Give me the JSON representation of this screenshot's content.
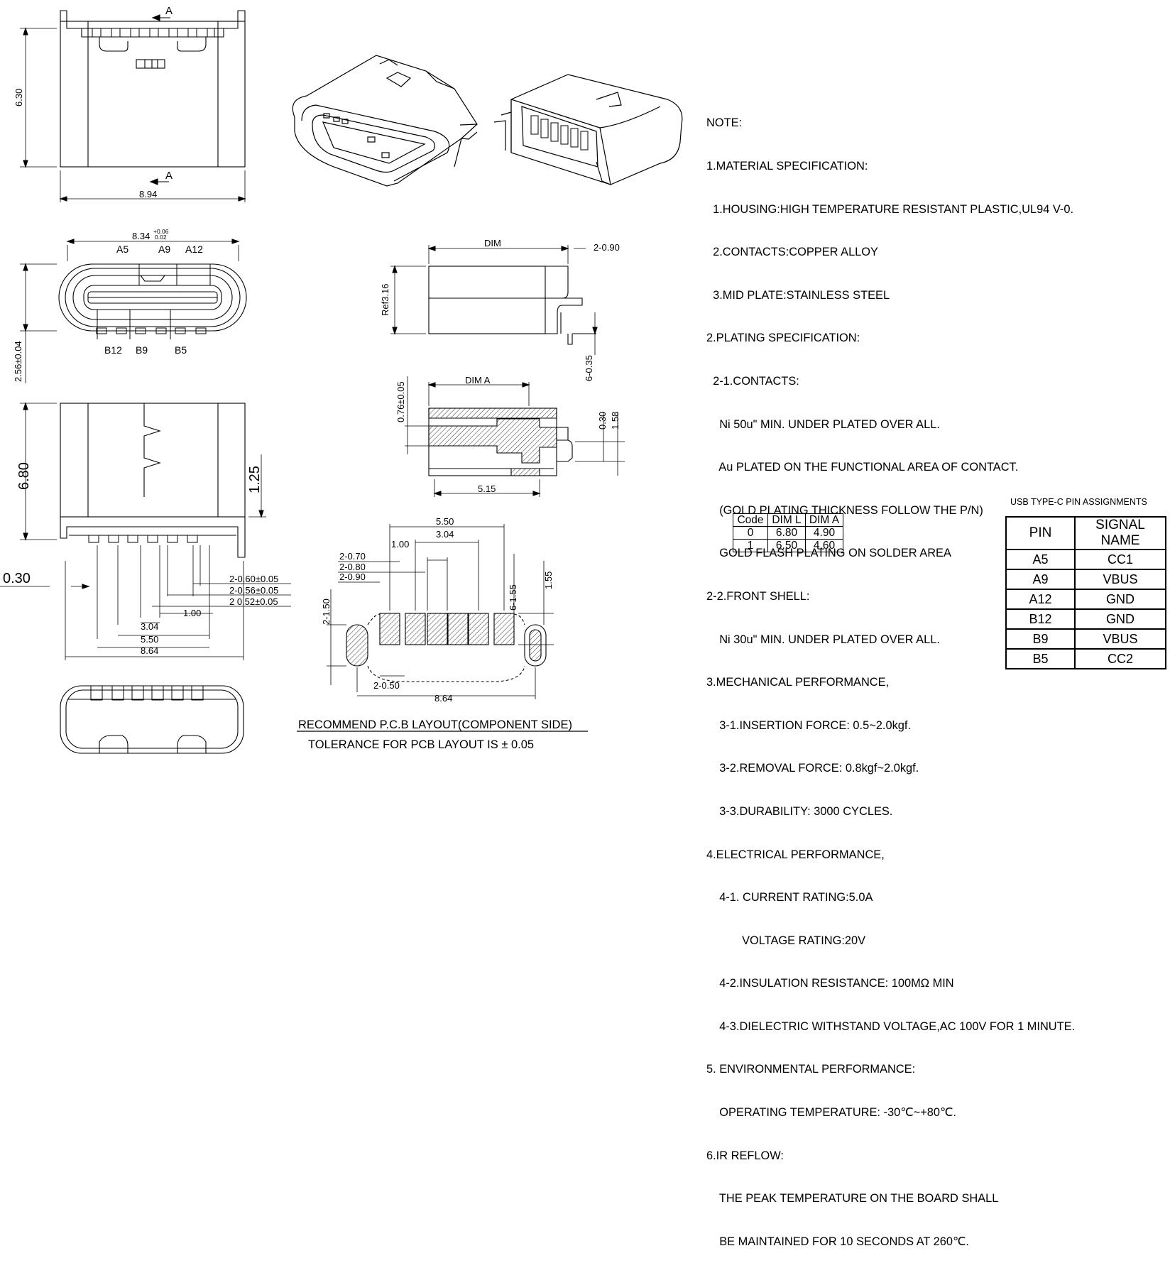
{
  "labels": {
    "top_section_a": "A",
    "bottom_section_a": "A",
    "height_top": "6.30",
    "width_top": "8.94",
    "front_width": "8.34",
    "front_tol_plus": "+0.06",
    "front_tol_minus": "0.02",
    "pin_a5": "A5",
    "pin_a9": "A9",
    "pin_a12": "A12",
    "pin_b12": "B12",
    "pin_b9": "B9",
    "pin_b5": "B5",
    "front_height": "2.56±0.04",
    "side_height": "6.80",
    "dim_1_25": "1.25",
    "dim_0_30_left": "0.30",
    "pin_w1": "2-0.60±0.05",
    "pin_w2": "2-0.56±0.05",
    "pin_w3": "2 0.52±0.05",
    "dim_1_00": "1.00",
    "dim_3_04": "3.04",
    "dim_5_50": "5.50",
    "dim_8_64": "8.64",
    "side_dim_top": "DIM",
    "side_dim_2_090": "2-0.90",
    "side_ref_316": "Ref3.16",
    "side_6_035": "6-0.35",
    "sect_dim_a": "DIM A",
    "sect_076": "0.76±0.05",
    "sect_030": "0.30",
    "sect_158": "1.58",
    "sect_515": "5.15",
    "pcb_550": "5.50",
    "pcb_304": "3.04",
    "pcb_100": "1.00",
    "pcb_2_070": "2-0.70",
    "pcb_2_080": "2-0.80",
    "pcb_2_090": "2-0.90",
    "pcb_2_150": "2-1.50",
    "pcb_6_155": "6-1.55",
    "pcb_155": "1.55",
    "pcb_2_050": "2-0.50",
    "pcb_864": "8.64",
    "pcb_caption": "RECOMMEND P.C.B LAYOUT(COMPONENT SIDE)",
    "pcb_tolerance": "TOLERANCE FOR PCB LAYOUT IS ± 0.05"
  },
  "notes": [
    "NOTE:",
    "1.MATERIAL SPECIFICATION:",
    "  1.HOUSING:HIGH TEMPERATURE RESISTANT PLASTIC,UL94 V-0.",
    "  2.CONTACTS:COPPER ALLOY",
    "  3.MID PLATE:STAINLESS STEEL",
    "2.PLATING SPECIFICATION:",
    "  2-1.CONTACTS:",
    "    Ni 50u\" MIN. UNDER PLATED OVER ALL.",
    "    Au PLATED ON THE FUNCTIONAL AREA OF CONTACT.",
    "    (GOLD PLATING THICKNESS FOLLOW THE P/N)",
    "    GOLD FLASH PLATING ON SOLDER AREA",
    "2-2.FRONT SHELL:",
    "    Ni 30u\" MIN. UNDER PLATED OVER ALL.",
    "3.MECHANICAL PERFORMANCE,",
    "    3-1.INSERTION FORCE: 0.5~2.0kgf.",
    "    3-2.REMOVAL FORCE: 0.8kgf~2.0kgf.",
    "    3-3.DURABILITY: 3000 CYCLES.",
    "4.ELECTRICAL PERFORMANCE,",
    "    4-1. CURRENT RATING:5.0A",
    "           VOLTAGE RATING:20V",
    "    4-2.INSULATION RESISTANCE: 100MΩ MIN",
    "    4-3.DIELECTRIC WITHSTAND VOLTAGE,AC 100V FOR 1 MINUTE.",
    "5. ENVIRONMENTAL PERFORMANCE:",
    "    OPERATING TEMPERATURE: -30℃~+80℃.",
    "6.IR REFLOW:",
    "    THE PEAK TEMPERATURE ON THE BOARD SHALL",
    "    BE MAINTAINED FOR 10 SECONDS AT 260℃."
  ],
  "dim_table": {
    "headers": [
      "Code",
      "DIM L",
      "DIM A"
    ],
    "rows": [
      [
        "0",
        "6.80",
        "4.90"
      ],
      [
        "1",
        "6.50",
        "4.60"
      ]
    ]
  },
  "pin_table": {
    "title": "USB TYPE-C PIN ASSIGNMENTS",
    "headers": [
      "PIN",
      "SIGNAL NAME"
    ],
    "rows": [
      [
        "A5",
        "CC1"
      ],
      [
        "A9",
        "VBUS"
      ],
      [
        "A12",
        "GND"
      ],
      [
        "B12",
        "GND"
      ],
      [
        "B9",
        "VBUS"
      ],
      [
        "B5",
        "CC2"
      ]
    ]
  }
}
